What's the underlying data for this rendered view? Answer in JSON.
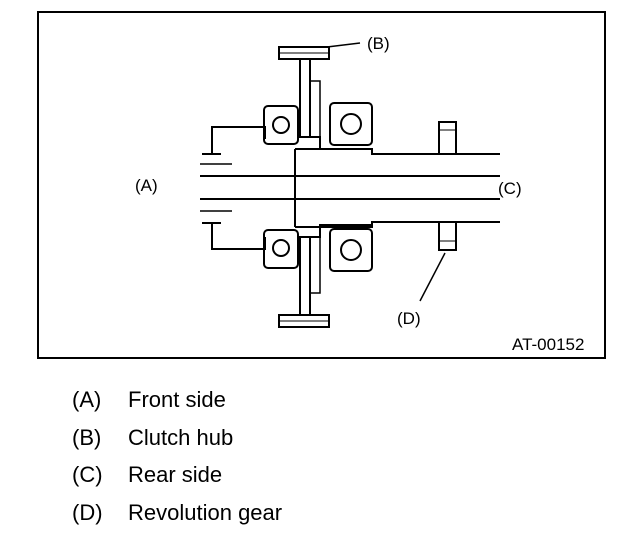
{
  "figure": {
    "code": "AT-00152",
    "callouts": {
      "a": "(A)",
      "b": "(B)",
      "c": "(C)",
      "d": "(D)"
    }
  },
  "legend": [
    {
      "key": "(A)",
      "text": "Front side"
    },
    {
      "key": "(B)",
      "text": "Clutch hub"
    },
    {
      "key": "(C)",
      "text": "Rear side"
    },
    {
      "key": "(D)",
      "text": "Revolution gear"
    }
  ]
}
